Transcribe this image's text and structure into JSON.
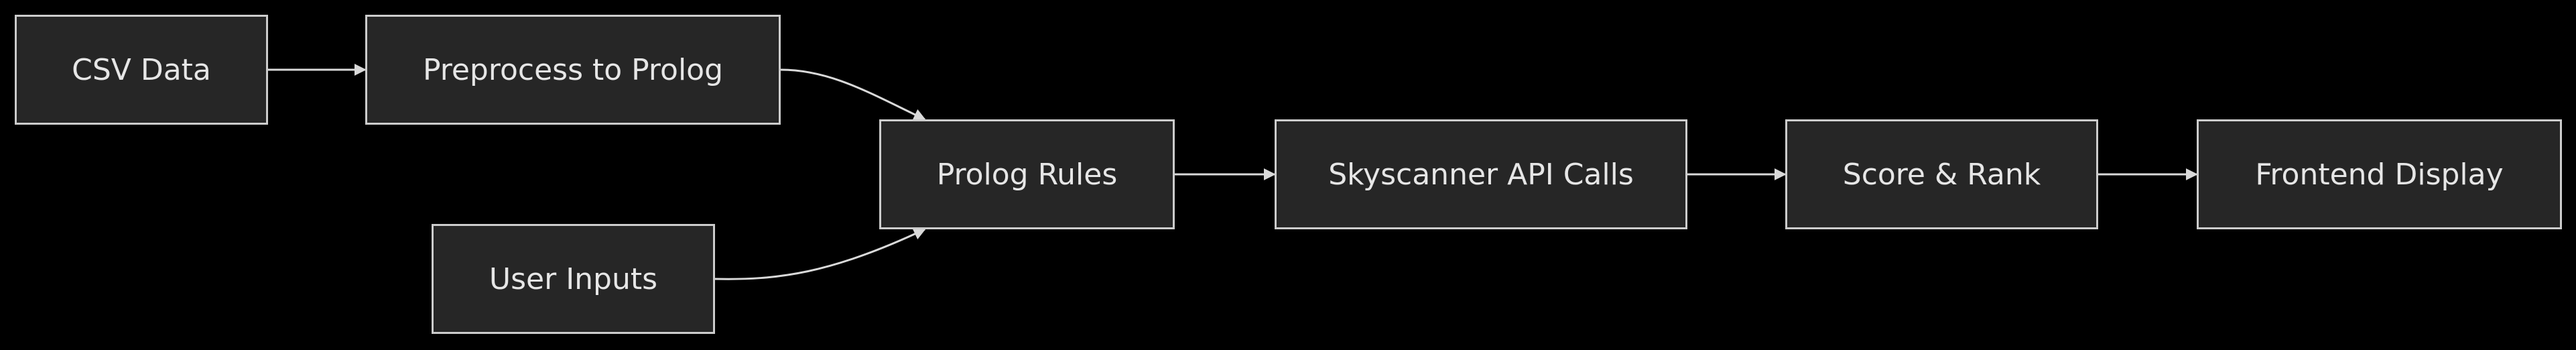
{
  "diagram": {
    "nodes": {
      "csv_data": "CSV Data",
      "preprocess": "Preprocess to Prolog",
      "user_inputs": "User Inputs",
      "prolog_rules": "Prolog Rules",
      "skyscanner": "Skyscanner API Calls",
      "score_rank": "Score & Rank",
      "frontend": "Frontend Display"
    },
    "edges": [
      {
        "from": "CSV Data",
        "to": "Preprocess to Prolog"
      },
      {
        "from": "Preprocess to Prolog",
        "to": "Prolog Rules"
      },
      {
        "from": "User Inputs",
        "to": "Prolog Rules"
      },
      {
        "from": "Prolog Rules",
        "to": "Skyscanner API Calls"
      },
      {
        "from": "Skyscanner API Calls",
        "to": "Score & Rank"
      },
      {
        "from": "Score & Rank",
        "to": "Frontend Display"
      }
    ],
    "colors": {
      "background": "#000000",
      "node_fill": "#262626",
      "node_border": "#cccccc",
      "text": "#e6e6e6",
      "edge": "#d9d9d9"
    }
  }
}
